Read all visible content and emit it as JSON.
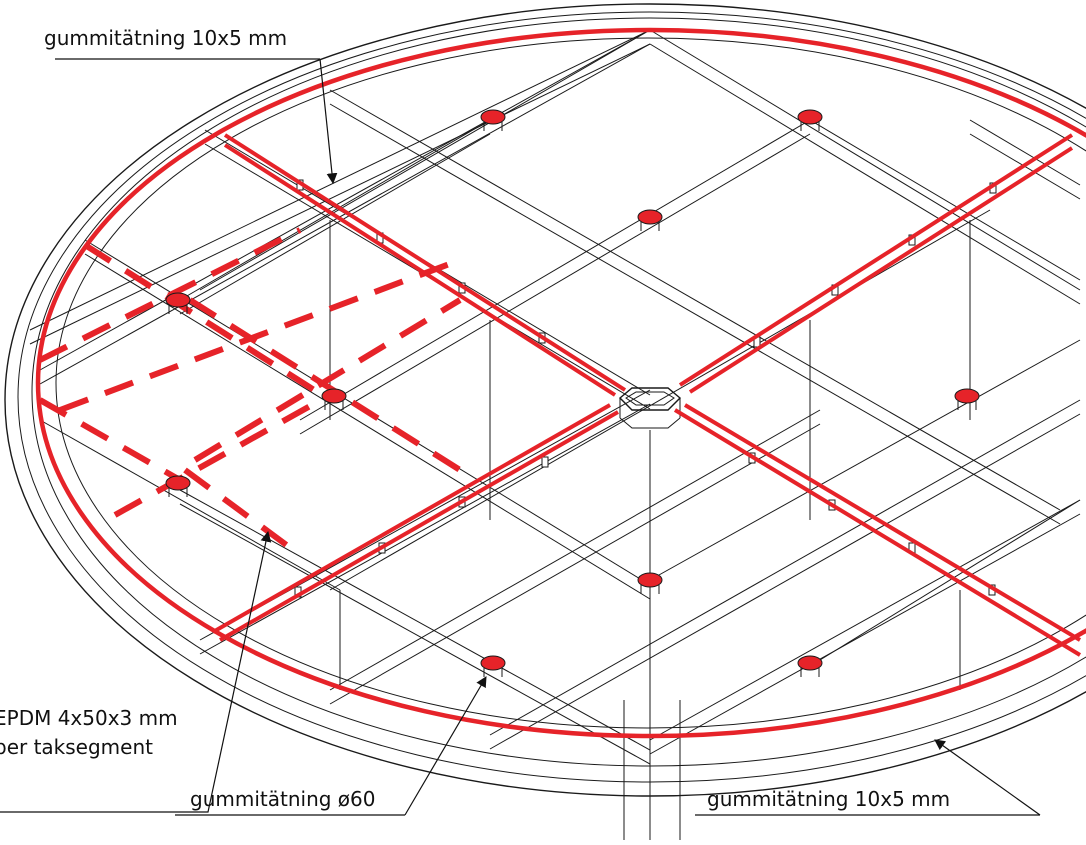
{
  "colors": {
    "seal": "#e62329",
    "line": "#1a1a1a",
    "background": "#ffffff"
  },
  "labels": {
    "top_seal": "gummitätning 10x5 mm",
    "epdm_line1": "EPDM 4x50x3 mm",
    "epdm_line2": "per taksegment",
    "round_seal": "gummitätning ø60",
    "bottom_seal": "gummitätning 10x5 mm"
  }
}
